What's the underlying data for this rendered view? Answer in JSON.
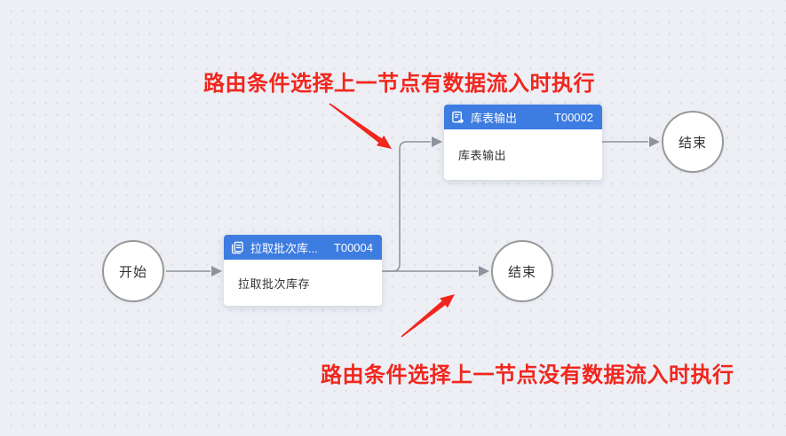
{
  "colors": {
    "canvas-bg": "#edeff5",
    "canvas-dot": "#d8dbe6",
    "node-header-blue": "#3d7ce0",
    "node-body-bg": "#ffffff",
    "connector-gray": "#8f939a",
    "circle-border": "#999999",
    "annotation-red": "#f1261d",
    "node-text": "#333333"
  },
  "annotations": {
    "top": {
      "text": "路由条件选择上一节点有数据流入时执行"
    },
    "bottom": {
      "text": "路由条件选择上一节点没有数据流入时执行"
    }
  },
  "terminals": [
    {
      "id": "start",
      "label": "开始"
    },
    {
      "id": "end-top",
      "label": "结束"
    },
    {
      "id": "end-middle",
      "label": "结束"
    }
  ],
  "nodes": [
    {
      "id": "t00002",
      "icon": "document-export-icon",
      "title": "库表输出",
      "code": "T00002",
      "body": "库表输出"
    },
    {
      "id": "t00004",
      "icon": "copy-document-icon",
      "title": "拉取批次库...",
      "code": "T00004",
      "body": "拉取批次库存"
    }
  ]
}
